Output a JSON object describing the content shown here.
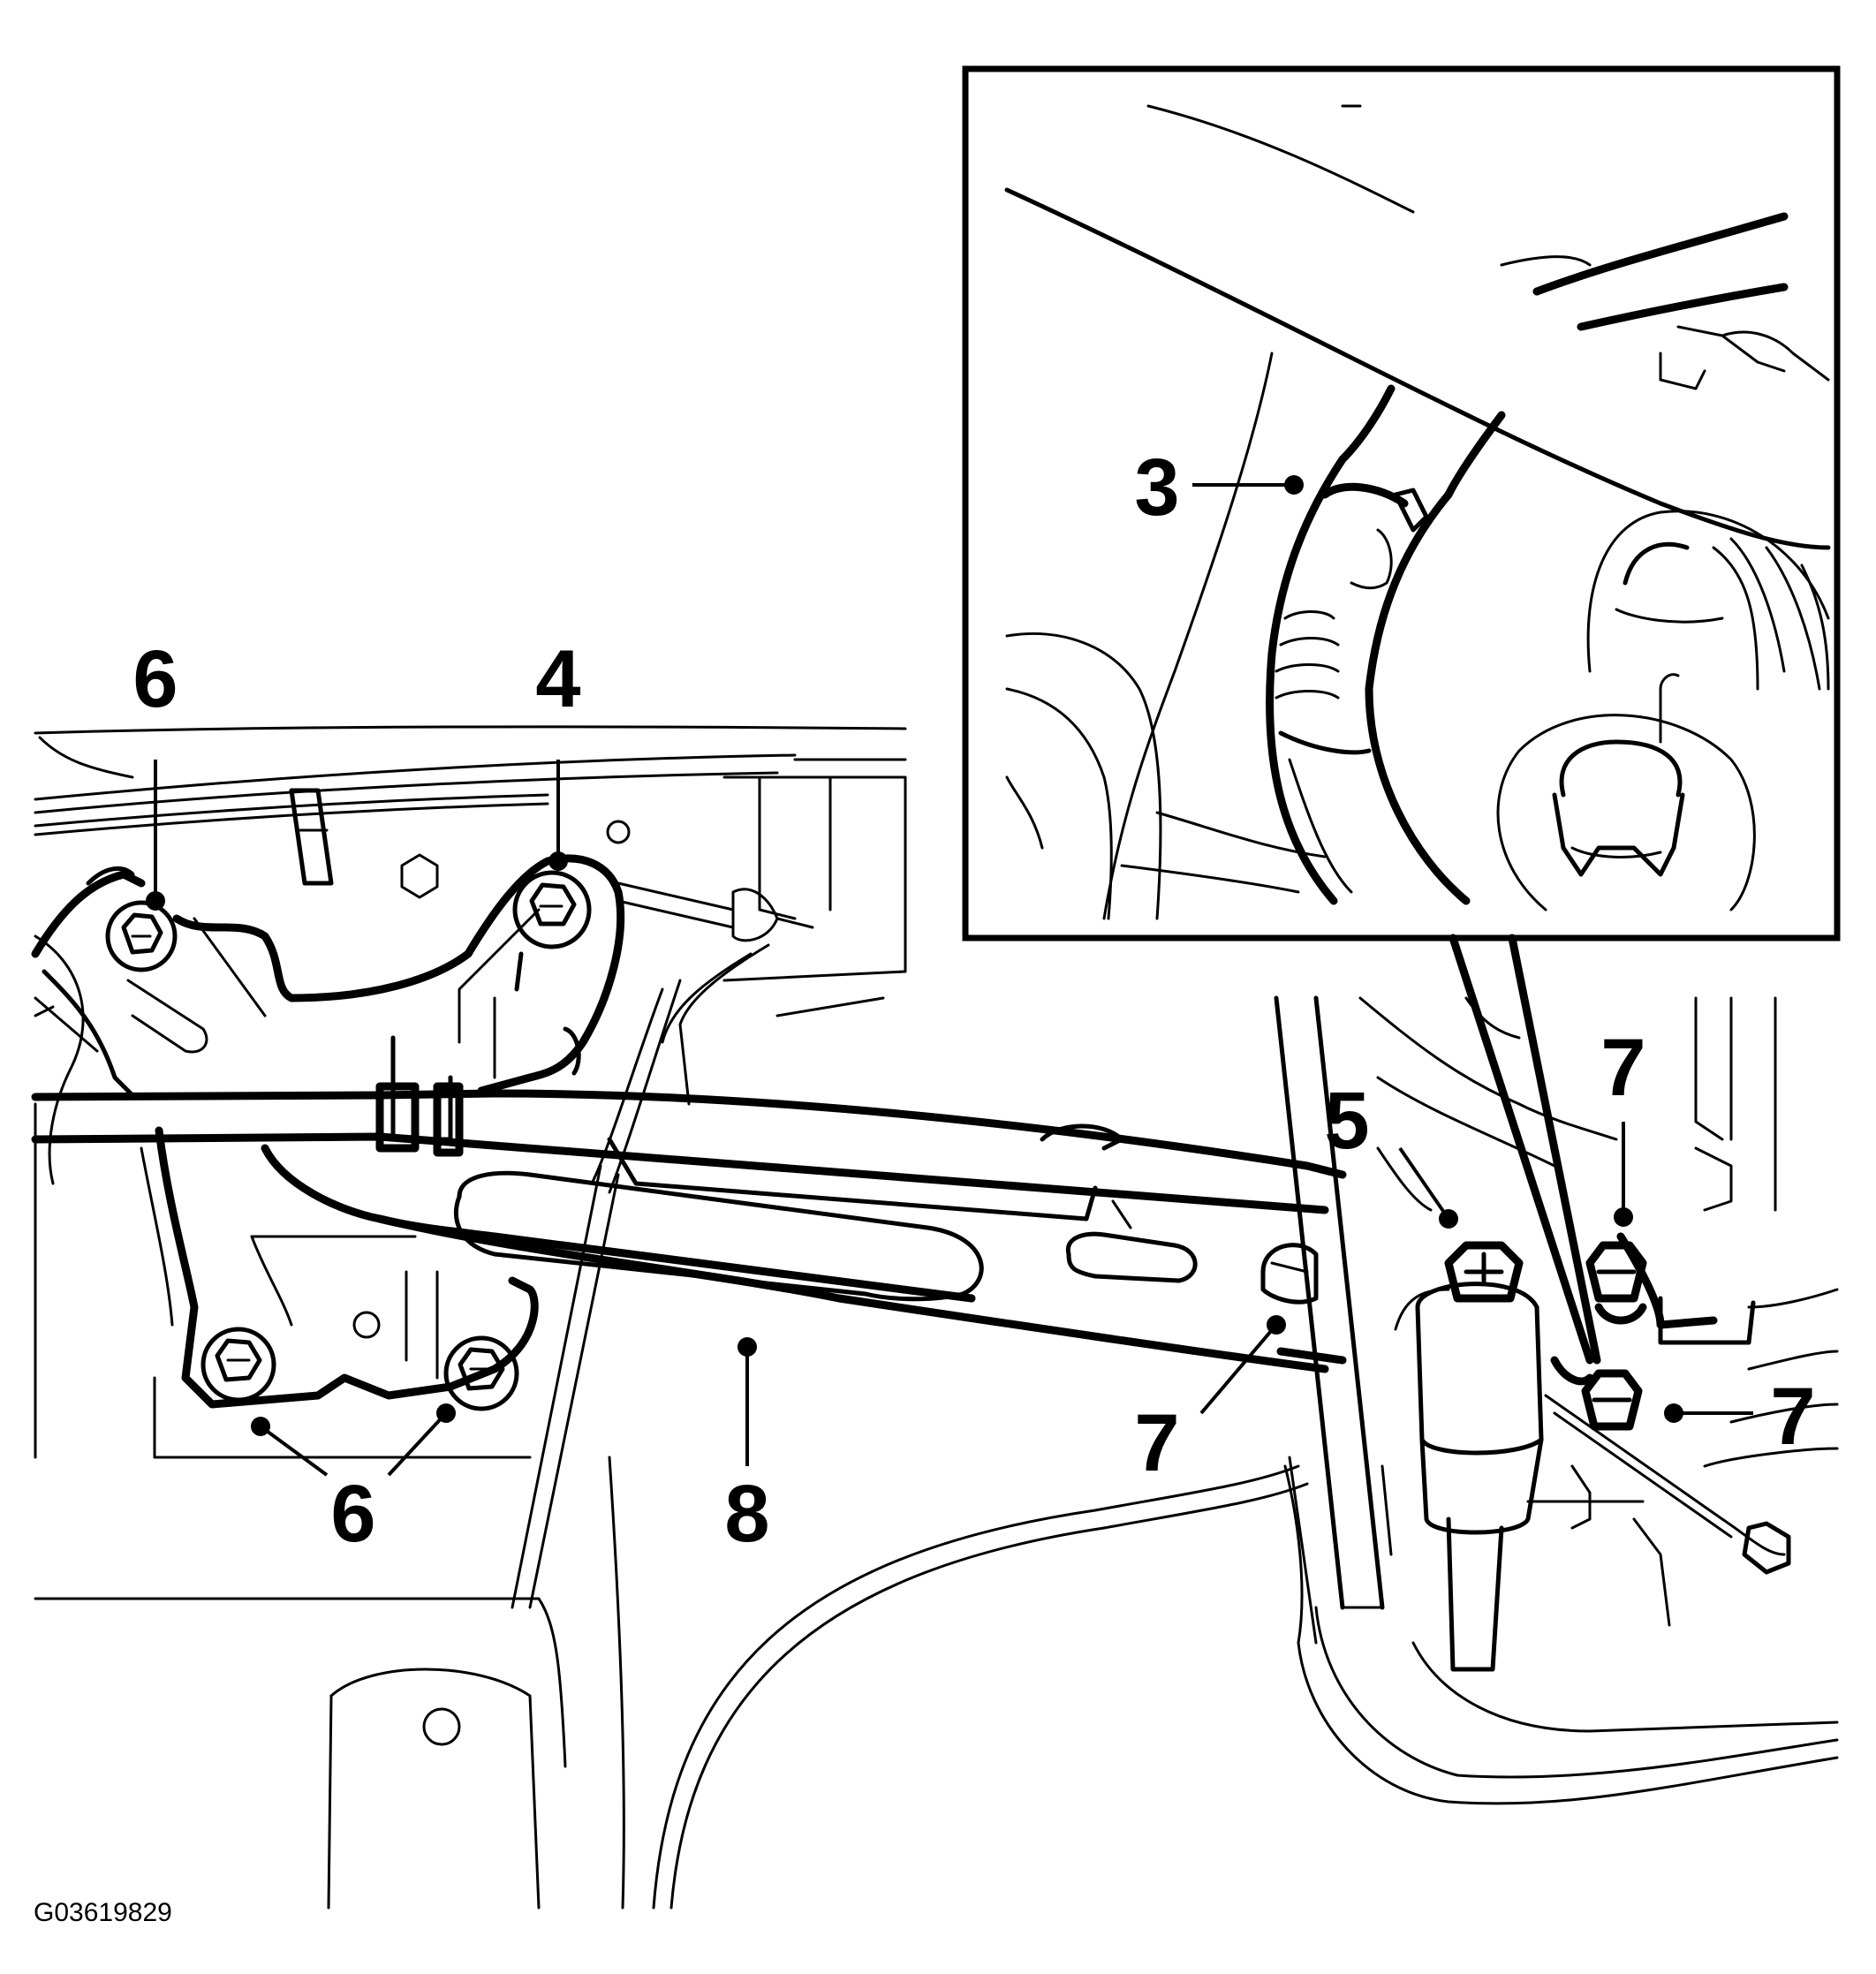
{
  "figure_code": "G03619829",
  "callouts": [
    {
      "id": "3",
      "label": "3"
    },
    {
      "id": "4",
      "label": "4"
    },
    {
      "id": "5",
      "label": "5"
    },
    {
      "id": "6",
      "label": "6"
    },
    {
      "id": "7",
      "label": "7"
    },
    {
      "id": "8",
      "label": "8"
    }
  ]
}
